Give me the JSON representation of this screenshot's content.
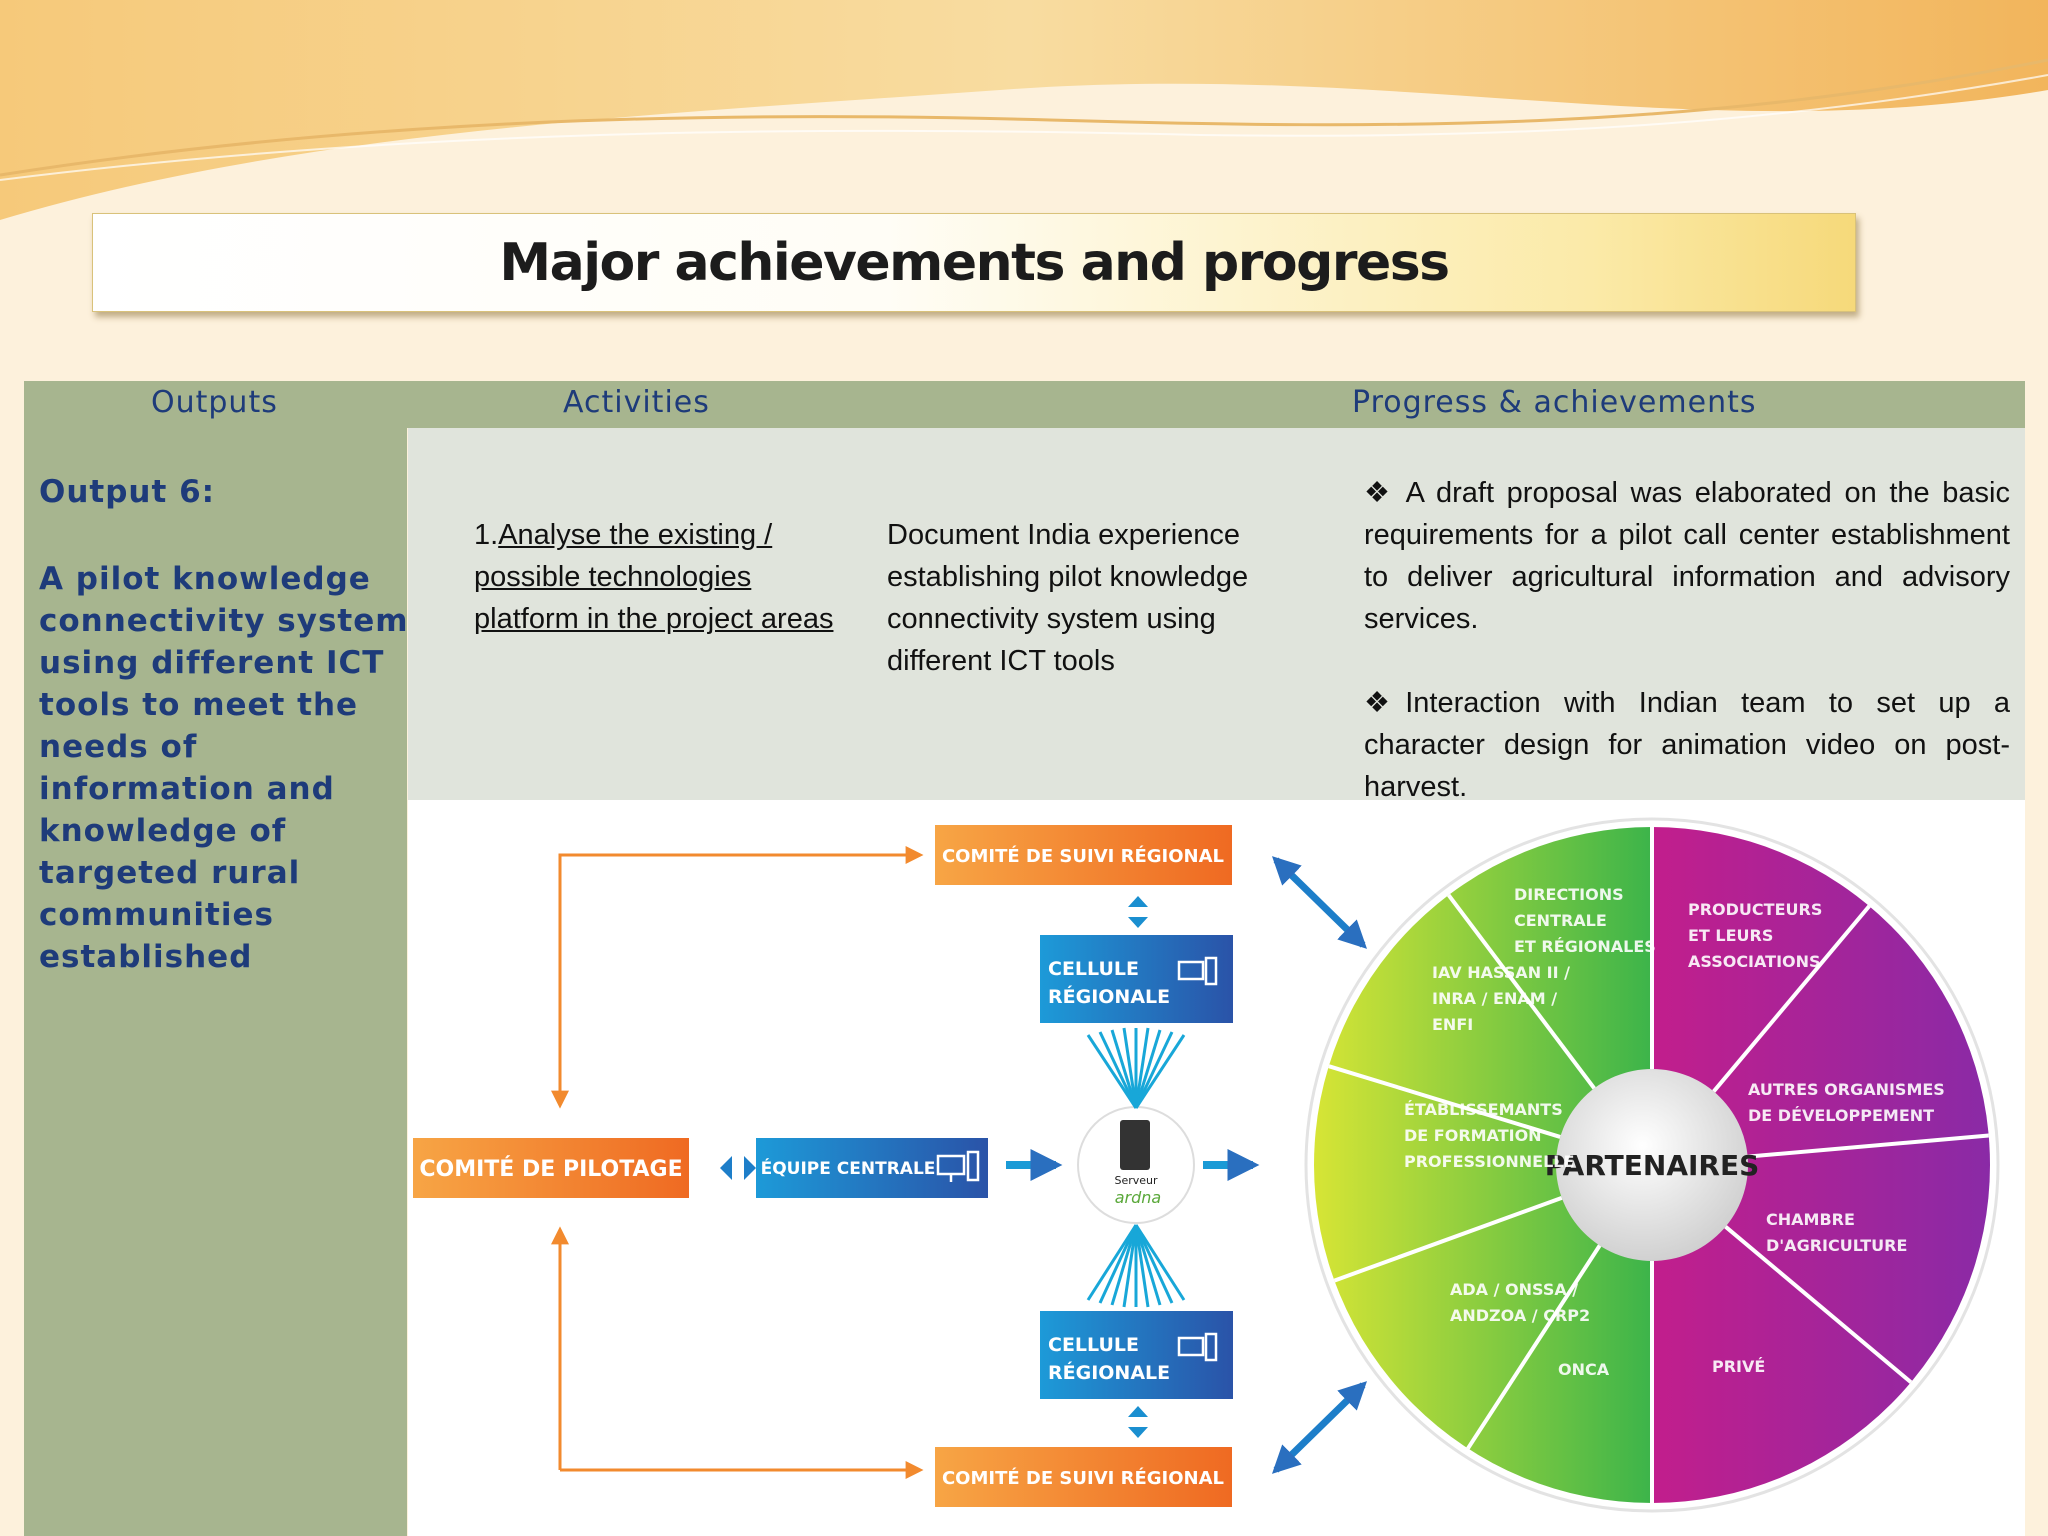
{
  "title": "Major achievements and progress",
  "table": {
    "headers": {
      "outputs": "Outputs",
      "activities": "Activities",
      "progress": "Progress & achievements"
    },
    "output": {
      "title": "Output 6:",
      "description": "A pilot knowledge connectivity system using different ICT tools to meet the needs of information and knowledge of targeted rural communities established"
    },
    "activity": {
      "number": "1.",
      "text": "Analyse the existing / possible technologies platform in the project areas"
    },
    "activity_detail": "Document India experience establishing pilot knowledge connectivity system using different ICT tools",
    "progress_items": [
      {
        "bullet": "❖",
        "text": "A draft proposal was elaborated on the basic requirements for a pilot call center establishment to deliver agricultural information and advisory services."
      },
      {
        "bullet": "❖",
        "text": "Interaction with Indian team to set up a character design for animation video on post-harvest."
      }
    ]
  },
  "diagram": {
    "comite_pilotage": "COMITÉ DE PILOTAGE",
    "comite_suivi_top": "COMITÉ DE SUIVI RÉGIONAL",
    "comite_suivi_bottom": "COMITÉ DE SUIVI RÉGIONAL",
    "cellule_top": [
      "CELLULE",
      "RÉGIONALE"
    ],
    "cellule_bottom": [
      "CELLULE",
      "RÉGIONALE"
    ],
    "equipe_centrale": "ÉQUIPE CENTRALE",
    "serveur": "Serveur",
    "serveur_logo": "ardna",
    "center_label": "PARTENAIRES",
    "segments_green": [
      [
        "DIRECTIONS",
        "CENTRALE",
        "ET RÉGIONALES"
      ],
      [
        "IAV HASSAN II /",
        "INRA / ENAM /",
        "ENFI"
      ],
      [
        "ÉTABLISSEMANTS",
        "DE FORMATION",
        "PROFESSIONNELLE"
      ],
      [
        "ADA / ONSSA /",
        "ANDZOA / CRP2"
      ],
      [
        "ONCA"
      ]
    ],
    "segments_purple": [
      [
        "PRODUCTEURS",
        "ET LEURS",
        "ASSOCIATIONS"
      ],
      [
        "AUTRES ORGANISMES",
        "DE DÉVELOPPEMENT"
      ],
      [
        "CHAMBRE",
        "D'AGRICULTURE"
      ],
      [
        "PRIVÉ"
      ]
    ],
    "colors": {
      "orange": "#f28a2e",
      "blue": "#2f7fd0",
      "green": "#7cc242",
      "purple": "#b52a9a"
    }
  }
}
